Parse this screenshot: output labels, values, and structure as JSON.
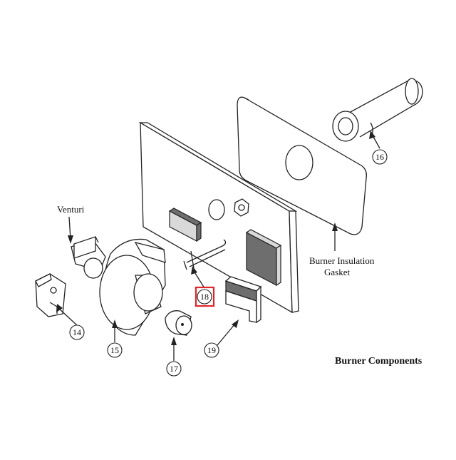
{
  "title": "Burner Components",
  "labels": {
    "venturi": "Venturi",
    "gasket_line1": "Burner Insulation",
    "gasket_line2": "Gasket"
  },
  "callouts": {
    "c14": "14",
    "c15": "15",
    "c16": "16",
    "c17": "17",
    "c18": "18",
    "c19": "19"
  },
  "highlighted_callout": "18",
  "colors": {
    "highlight": "#e0262b",
    "line": "#222222",
    "shade": "#6e6e6e"
  }
}
